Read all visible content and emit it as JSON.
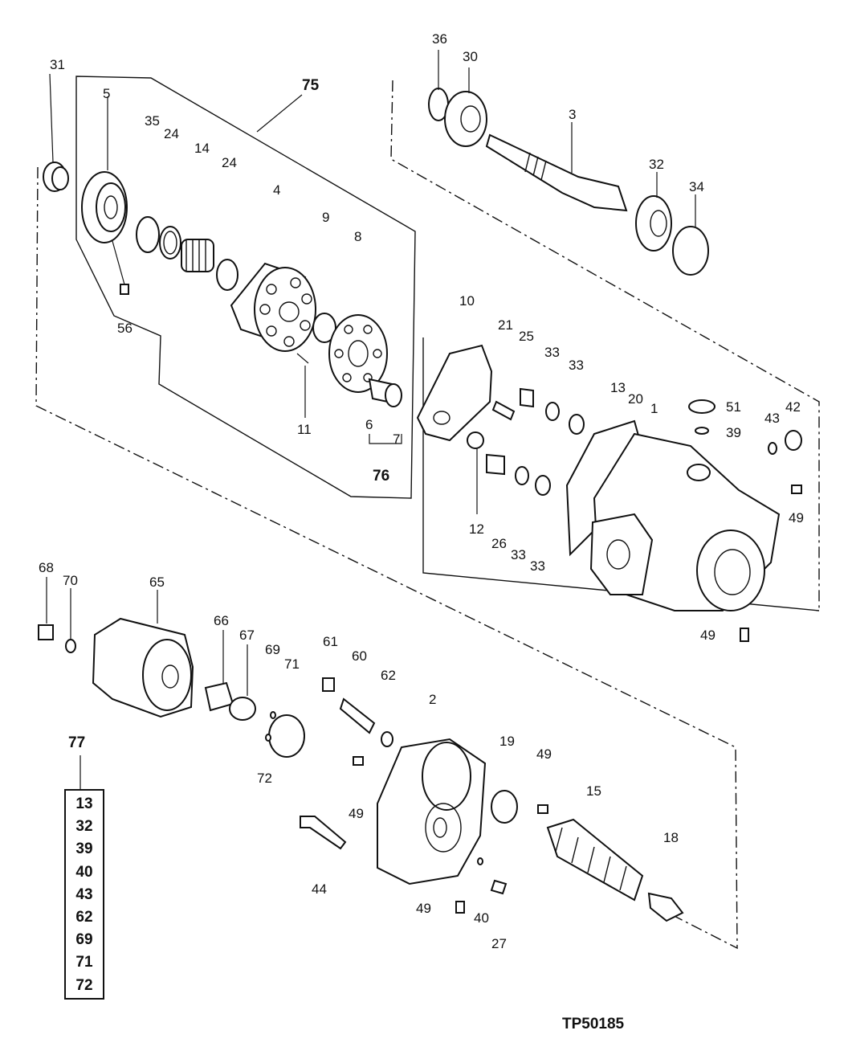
{
  "diagram": {
    "labels": {
      "l31": "31",
      "l5": "5",
      "l35": "35",
      "l24a": "24",
      "l14": "14",
      "l24b": "24",
      "l4": "4",
      "l9": "9",
      "l8": "8",
      "l75": "75",
      "l56": "56",
      "l11": "11",
      "l6": "6",
      "l7": "7",
      "l76": "76",
      "l36": "36",
      "l30": "30",
      "l3": "3",
      "l32": "32",
      "l34": "34",
      "l10": "10",
      "l21": "21",
      "l25": "25",
      "l33a": "33",
      "l33b": "33",
      "l13": "13",
      "l20": "20",
      "l1": "1",
      "l51": "51",
      "l39": "39",
      "l43": "43",
      "l42": "42",
      "l49a": "49",
      "l12": "12",
      "l26": "26",
      "l33c": "33",
      "l33d": "33",
      "l49b": "49",
      "l68": "68",
      "l70": "70",
      "l65": "65",
      "l66": "66",
      "l67": "67",
      "l69": "69",
      "l71": "71",
      "l61": "61",
      "l60": "60",
      "l62": "62",
      "l2": "2",
      "l19": "19",
      "l49c": "49",
      "l15": "15",
      "l72": "72",
      "l49d": "49",
      "l18": "18",
      "l44": "44",
      "l49e": "49",
      "l40": "40",
      "l27": "27"
    },
    "kit": {
      "title": "77",
      "items": [
        "13",
        "32",
        "39",
        "40",
        "43",
        "62",
        "69",
        "71",
        "72"
      ]
    },
    "reference_code": "TP50185"
  }
}
